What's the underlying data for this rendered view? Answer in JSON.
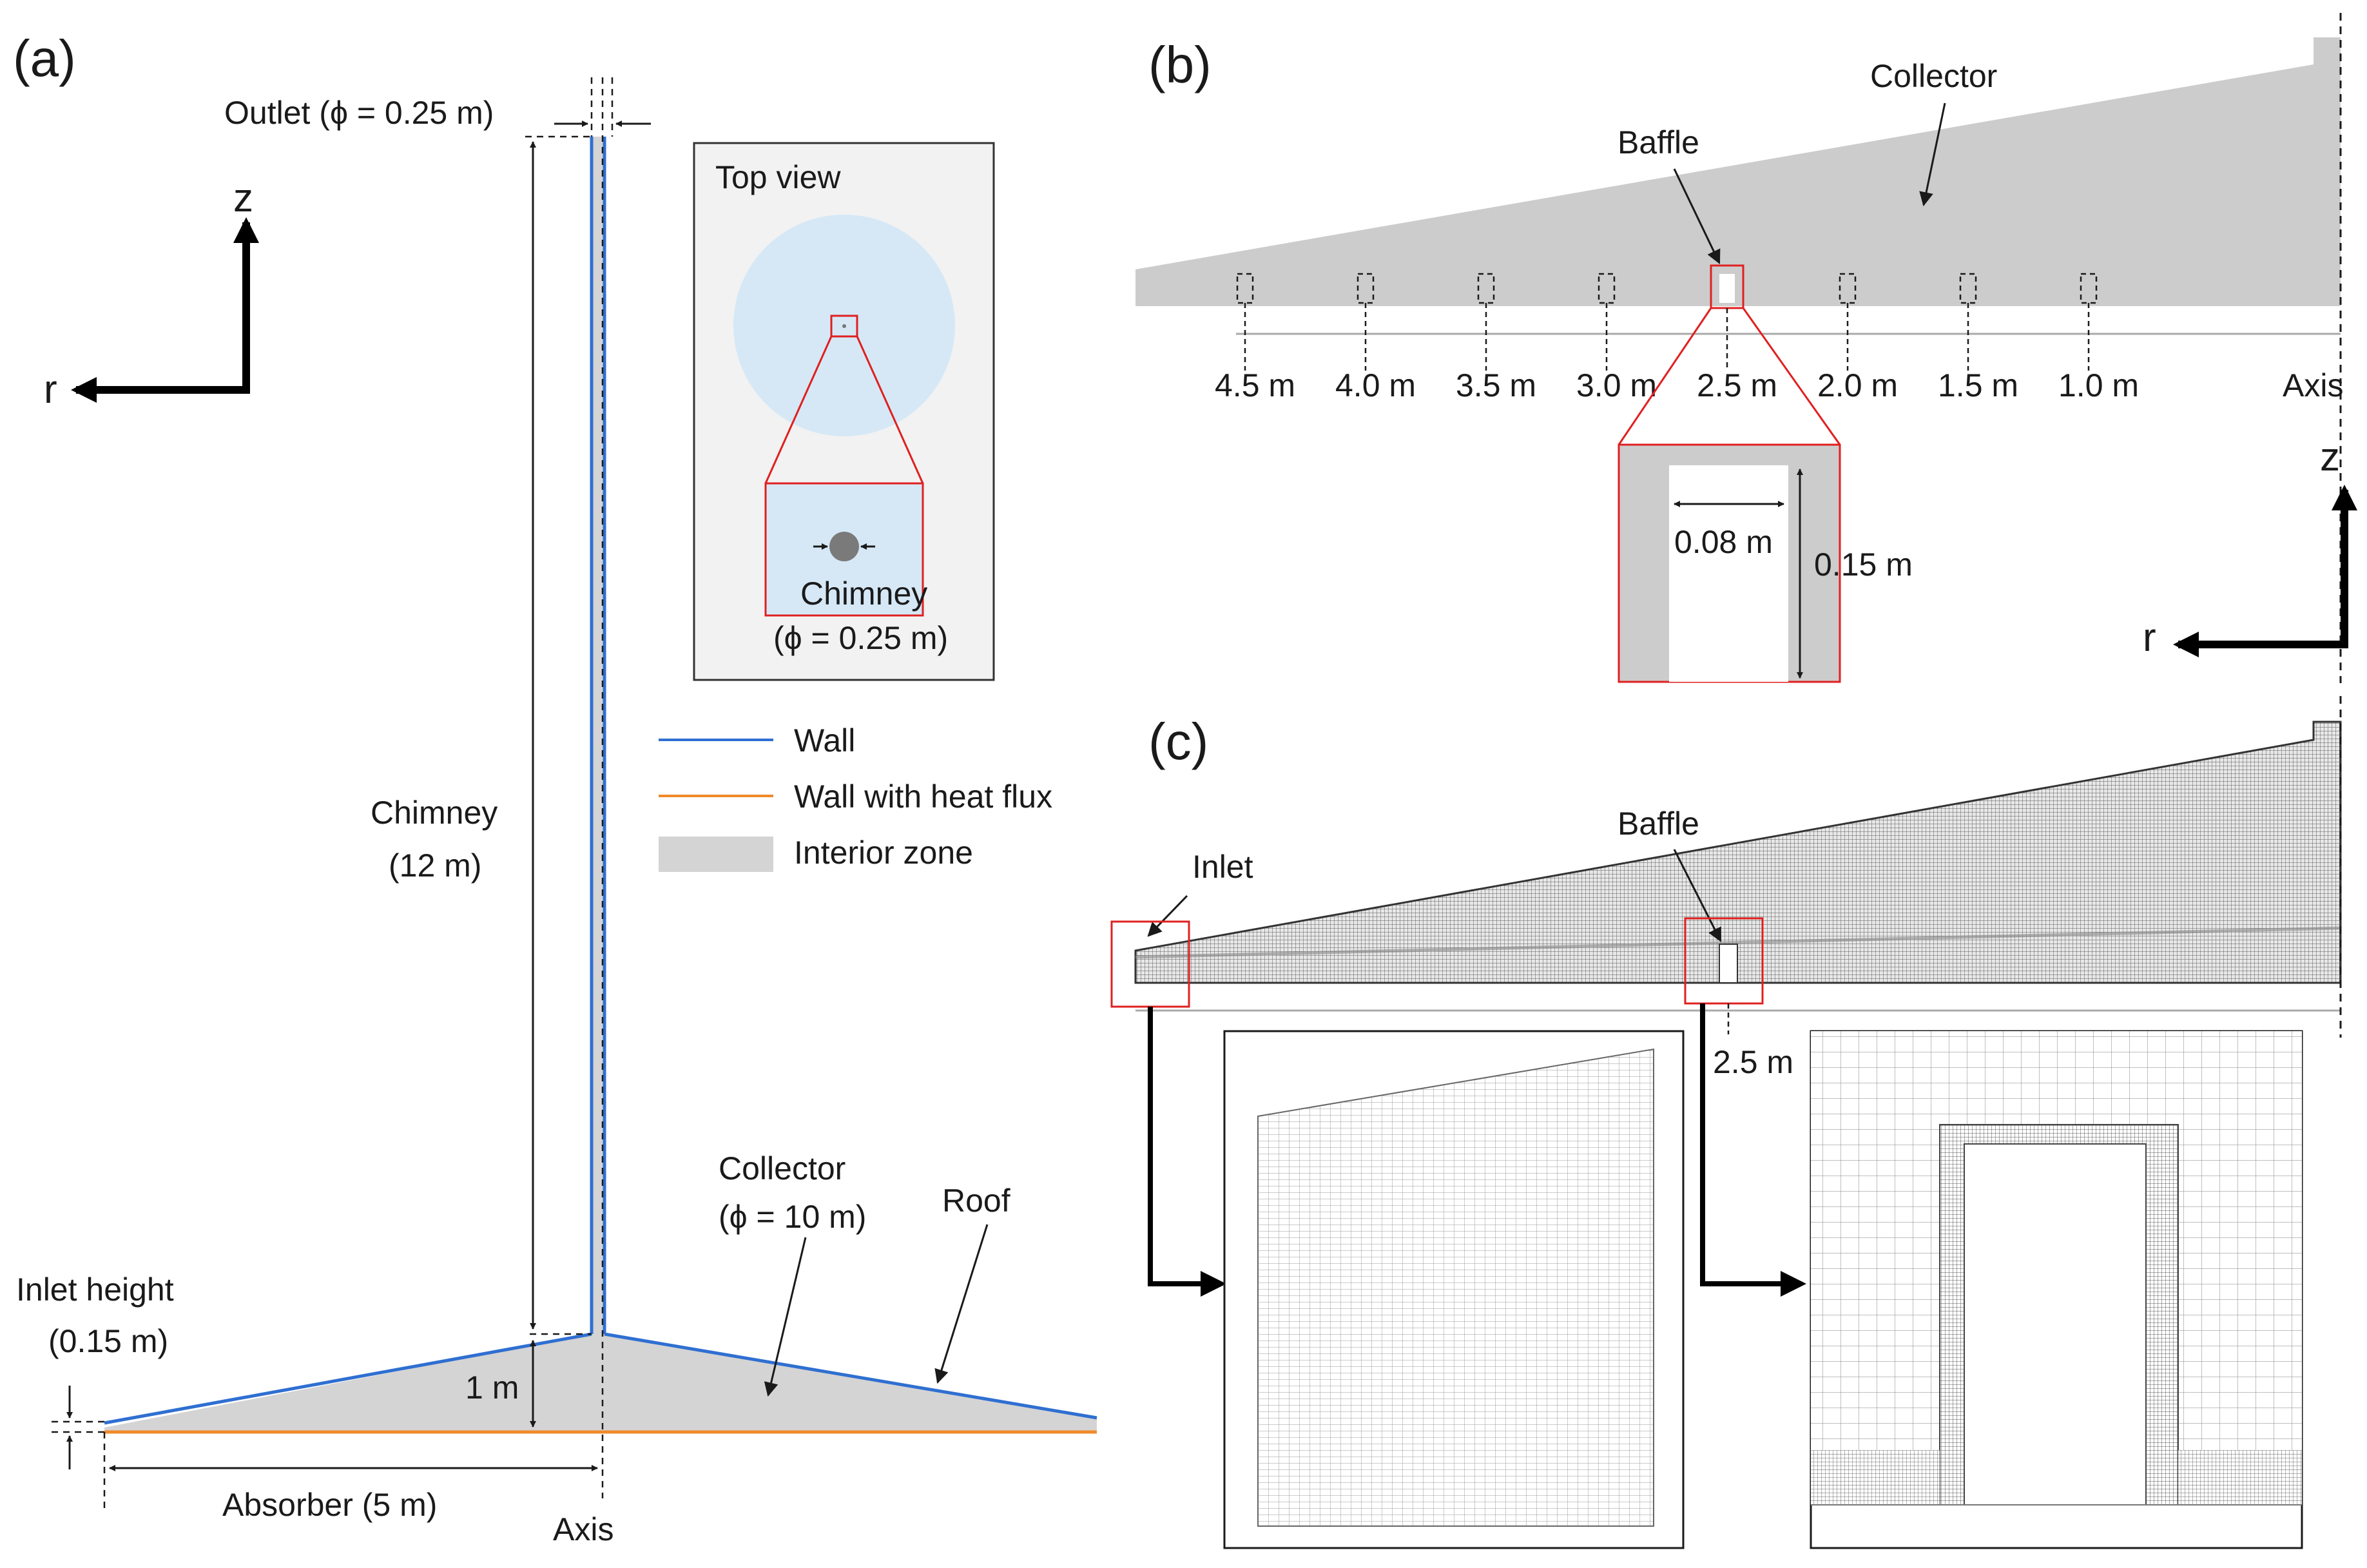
{
  "panel_a": {
    "label": "(a)",
    "outlet": "Outlet (ϕ = 0.25 m)",
    "axis_z": "z",
    "axis_r": "r",
    "top_view": "Top view",
    "chimney_top_view_line1": "Chimney",
    "chimney_top_view_line2": "(ϕ = 0.25 m)",
    "chimney_line1": "Chimney",
    "chimney_line2": "(12 m)",
    "legend": [
      {
        "label": "Wall",
        "color": "#2f6fd1",
        "kind": "line"
      },
      {
        "label": "Wall with heat flux",
        "color": "#f08a2a",
        "kind": "line"
      },
      {
        "label": "Interior zone",
        "color": "#d4d4d4",
        "kind": "box"
      }
    ],
    "collector_line1": "Collector",
    "collector_line2": "(ϕ = 10 m)",
    "roof": "Roof",
    "inlet_height_line1": "Inlet height",
    "inlet_height_line2": "(0.15 m)",
    "one_m": "1 m",
    "absorber": "Absorber (5 m)",
    "axis": "Axis"
  },
  "panel_b": {
    "label": "(b)",
    "collector": "Collector",
    "baffle": "Baffle",
    "positions": [
      "4.5 m",
      "4.0 m",
      "3.5 m",
      "3.0 m",
      "2.5 m",
      "2.0 m",
      "1.5 m",
      "1.0 m"
    ],
    "axis": "Axis",
    "width": "0.08 m",
    "height": "0.15 m",
    "axis_z": "z",
    "axis_r": "r"
  },
  "panel_c": {
    "label": "(c)",
    "baffle": "Baffle",
    "inlet": "Inlet",
    "position": "2.5 m"
  },
  "colors": {
    "wall": "#2f6fd1",
    "heat_flux": "#f08a2a",
    "interior": "#d4d4d4",
    "highlight": "#e02020",
    "top_view_disk": "#d6e8f6"
  }
}
